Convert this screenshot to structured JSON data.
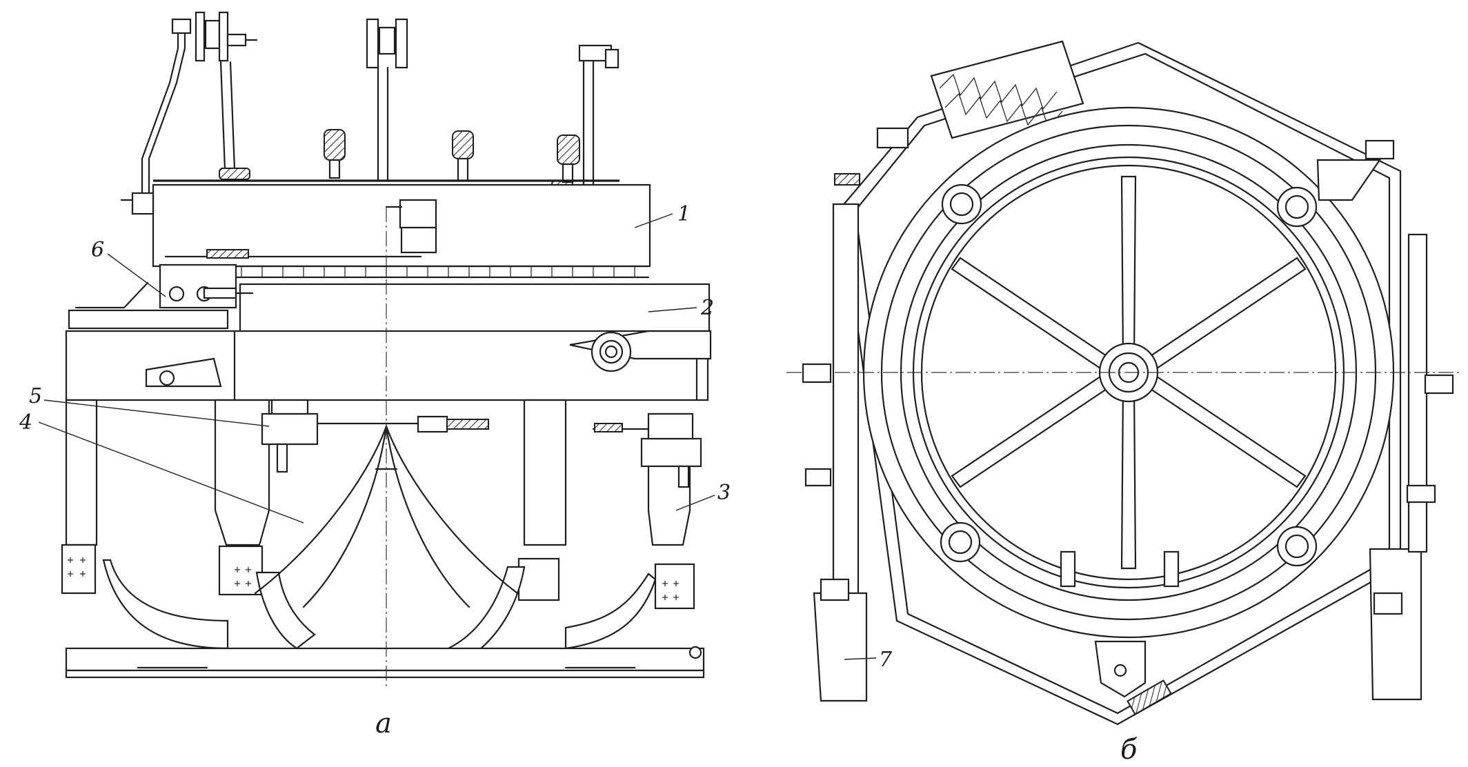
{
  "views": {
    "left": {
      "caption": "а"
    },
    "right": {
      "caption": "б"
    }
  },
  "callouts": [
    "1",
    "2",
    "3",
    "4",
    "5",
    "6",
    "7"
  ]
}
